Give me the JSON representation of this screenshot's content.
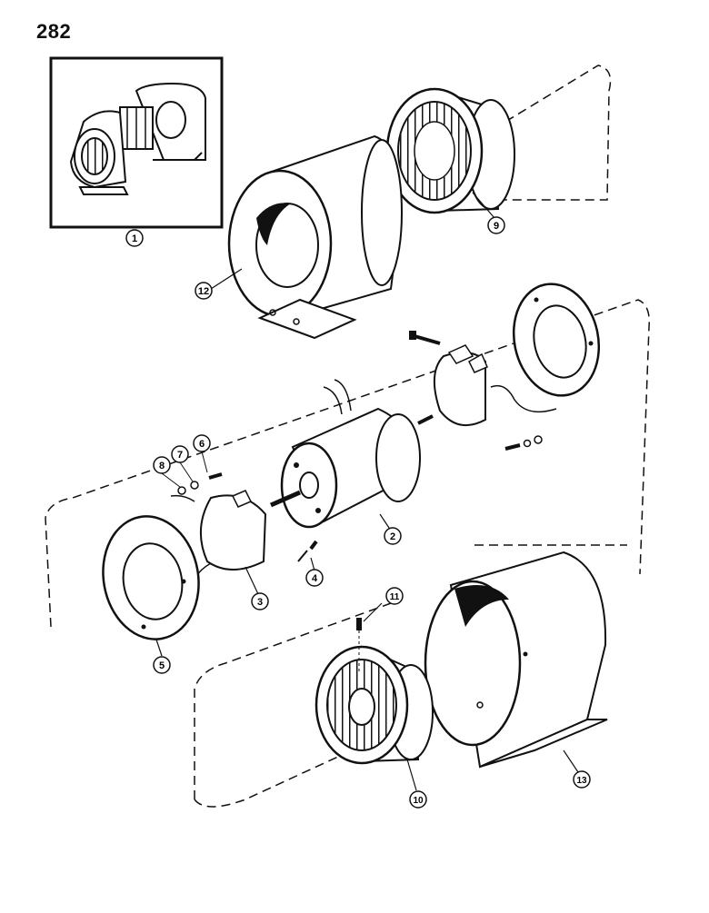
{
  "page_number": "282",
  "callouts": {
    "c1": "1",
    "c2": "2",
    "c3": "3",
    "c4": "4",
    "c5": "5",
    "c6": "6",
    "c7": "7",
    "c8": "8",
    "c9": "9",
    "c10": "10",
    "c11": "11",
    "c12": "12",
    "c13": "13"
  },
  "colors": {
    "ink": "#111111",
    "paper": "#ffffff",
    "shade": "#9a9a9a"
  }
}
